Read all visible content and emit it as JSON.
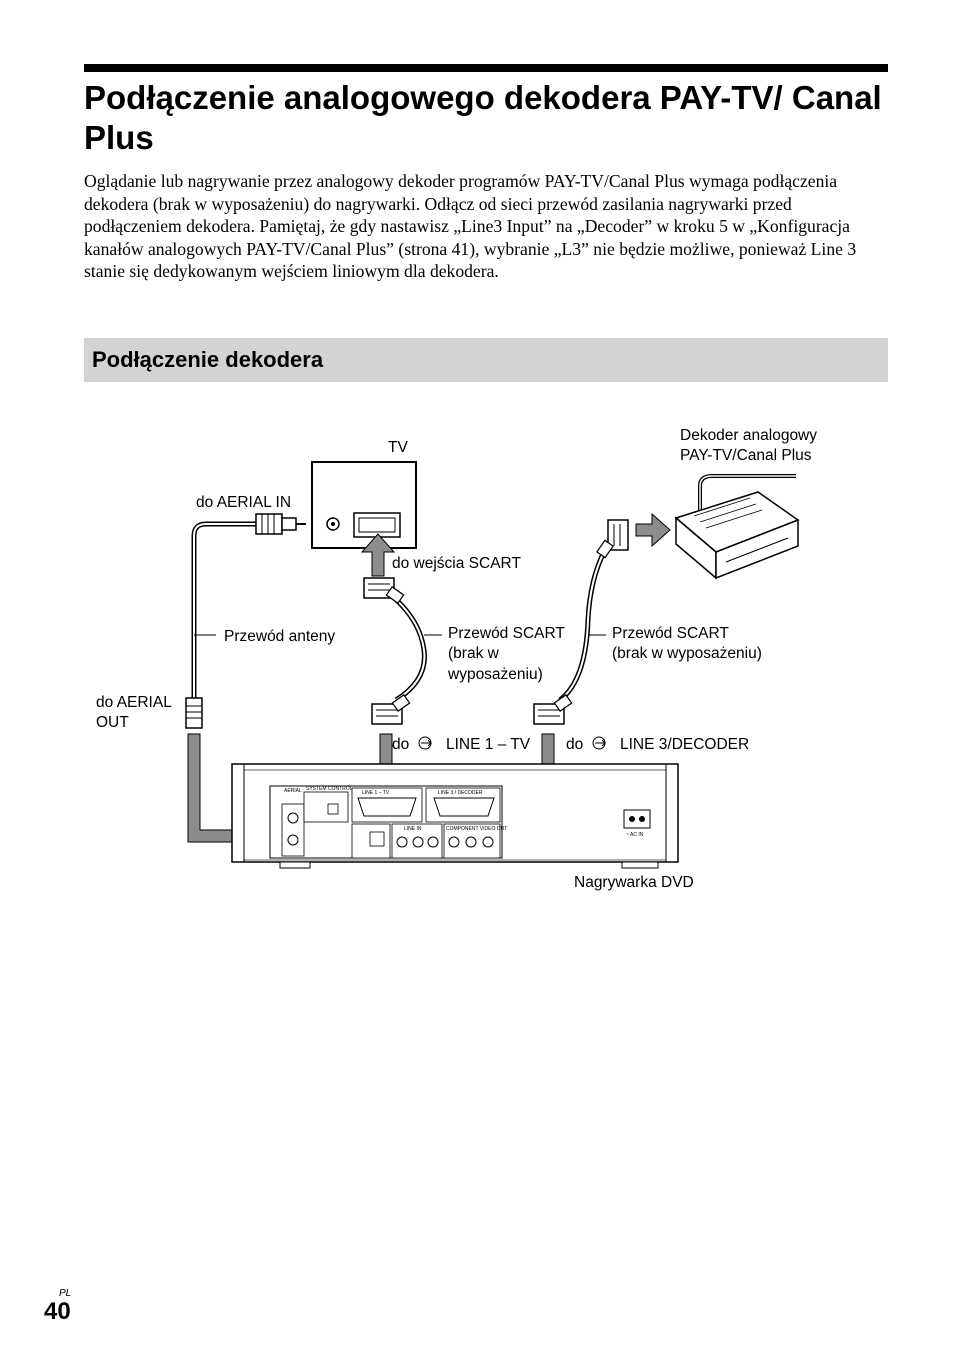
{
  "page": {
    "title": "Podłączenie analogowego dekodera PAY-TV/ Canal Plus",
    "intro": "Oglądanie lub nagrywanie przez analogowy dekoder programów PAY-TV/Canal Plus wymaga podłączenia dekodera (brak w wyposażeniu) do nagrywarki. Odłącz od sieci przewód zasilania nagrywarki przed podłączeniem dekodera. Pamiętaj, że gdy nastawisz „Line3 Input” na „Decoder” w kroku 5 w „Konfiguracja kanałów analogowych PAY-TV/Canal Plus” (strona 41), wybranie „L3” nie będzie możliwe, ponieważ Line 3 stanie się dedykowanym wejściem liniowym dla dekodera.",
    "section_title": "Podłączenie dekodera",
    "page_lang": "PL",
    "page_number": "40"
  },
  "diagram": {
    "tv_label": "TV",
    "decoder_label_1": "Dekoder analogowy",
    "decoder_label_2": "PAY-TV/Canal Plus",
    "aerial_in": "do AERIAL IN",
    "scart_in": "do wejścia SCART",
    "antenna_cable": "Przewód anteny",
    "scart_cable_1a": "Przewód SCART",
    "scart_cable_1b": "(brak w",
    "scart_cable_1c": "wyposażeniu)",
    "scart_cable_2a": "Przewód SCART",
    "scart_cable_2b": "(brak w wyposażeniu)",
    "aerial_out_1": "do AERIAL",
    "aerial_out_2": "OUT",
    "line1_prefix": "do",
    "line1": "LINE 1 – TV",
    "line3_prefix": "do",
    "line3": "LINE 3/DECODER",
    "recorder_label": "Nagrywarka DVD",
    "panel": {
      "aerial": "AERIAL",
      "system_control": "SYSTEM CONTROL",
      "line1_tv": "LINE 1 – TV",
      "line3_decoder": "LINE 3 / DECODER",
      "line_in": "LINE IN",
      "component_out": "COMPONENT VIDEO OUT",
      "ac_in": "~ AC IN"
    }
  }
}
